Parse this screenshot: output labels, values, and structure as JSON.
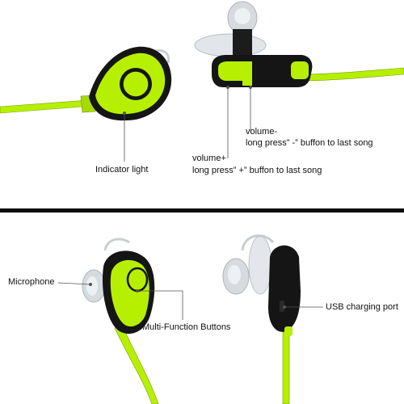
{
  "labels": {
    "indicator_light": "Indicator light",
    "volume_minus": "volume-",
    "volume_minus_desc": "long press” -” buffon to last song",
    "volume_plus": "volume+",
    "volume_plus_desc": "long press” +” buffon to last song",
    "microphone": "Microphone",
    "multi_function": "Multi-Function Buttons",
    "usb_port": "USB charging port"
  },
  "colors": {
    "accent_green": "#b6f000",
    "body_black": "#141414",
    "tip_translucent": "#d6dbe0",
    "callout_line": "#555555"
  }
}
